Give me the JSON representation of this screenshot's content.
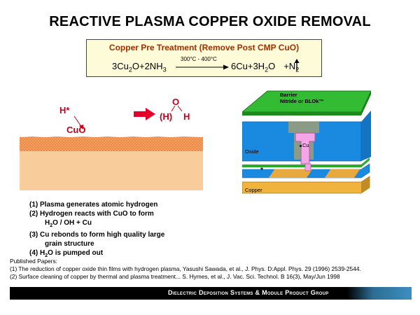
{
  "slide": {
    "title": "REACTIVE PLASMA COPPER OXIDE REMOVAL",
    "box": {
      "title": "Copper Pre Treatment (Remove Post CMP CuO)",
      "condition": "300°C - 400°C",
      "lhs": {
        "t1": "3Cu",
        "s1": "2",
        "t2": "O+2NH",
        "s2": "3"
      },
      "rhs": {
        "t1": "6Cu+3H",
        "s1": "2",
        "t2": "O",
        "t3": "+N",
        "s2": "2"
      }
    },
    "left_diagram": {
      "h_star": "H*",
      "cuo": "CuO",
      "product_o": "O",
      "product_h_paren": "(H)",
      "product_h": "H"
    },
    "right_diagram": {
      "barrier_line1": "Barrier",
      "barrier_line2": "Nitride or BLOk™",
      "cu_label": "Cu",
      "oxide_label": "Oxide",
      "copper_label": "Copper"
    },
    "steps": {
      "s1": "(1)  Plasma generates atomic hydrogen",
      "s2": "(2)  Hydrogen reacts with CuO to form",
      "s2b_a": "H",
      "s2b_sub": "2",
      "s2b_b": "O /  OH  +  Cu",
      "s3": "(3)  Cu rebonds to form high quality large",
      "s3b": "grain structure",
      "s4_a": "(4)  H",
      "s4_sub": "2",
      "s4_b": "O is pumped out"
    },
    "references": {
      "heading": "Published Papers:",
      "r1": "(1)  The reduction of copper oxide thin films with hydrogen plasma, Yasushi Sawada, et al., J. Phys. D:Appl. Phys. 29 (1996) 2539-2544.",
      "r2": "(2) Surface cleaning of copper by thermal and plasma treatment...       S. Hymes, et al., J. Vac. Sci. Technol. B 16(3), May/Jun 1998"
    },
    "footer": "Dielectric Deposition Systems & Module Product Group",
    "colors": {
      "label_red": "#c0001a",
      "oxide_blue": "#1c8ee0",
      "barrier_green": "#2fb52f",
      "copper_orange": "#eeb441",
      "cu_pink": "#f4a6e6"
    }
  }
}
